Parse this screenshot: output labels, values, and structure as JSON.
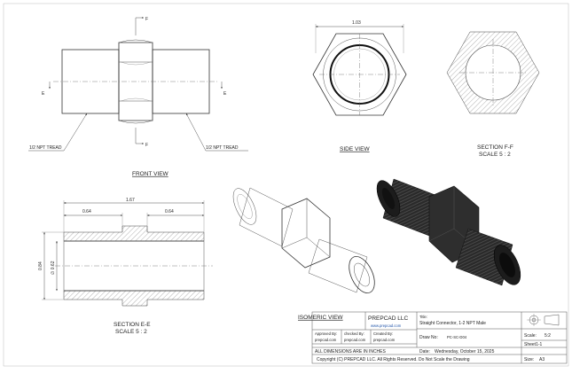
{
  "front_view": {
    "title": "FRONT VIEW",
    "section_mark_top": "F",
    "section_mark_bottom": "F",
    "section_mark_left": "E",
    "section_mark_right": "E",
    "thread_callout_left": "1/2 NPT TREAD",
    "thread_callout_right": "1/2 NPT TREAD"
  },
  "side_view": {
    "title": "SIDE VIEW",
    "width_dim": "1.03"
  },
  "section_ff": {
    "title_line1": "SECTION F-F",
    "title_line2": "SCALE 5 : 2"
  },
  "section_ee": {
    "title_line1": "SECTION E-E",
    "title_line2": "SCALE 5 : 2",
    "overall_length": "1.67",
    "left_thread_length": "0.64",
    "right_thread_length": "0.64",
    "outer_dim": "0.84",
    "inner_dim": "∅ 0.62"
  },
  "isometric_view": {
    "title": "ISOMERIC VIEW"
  },
  "title_block": {
    "company": "PREPCAD LLC",
    "website": "www.prepcad.com",
    "title_label": "Title:",
    "title_value": "Straight Connector, 1-2 NPT Male",
    "approved_by_label": "Approved By:",
    "approved_by_value": "prepcad.com",
    "checked_by_label": "checked By:",
    "checked_by_value": "prepcad.com",
    "created_by_label": "Created By:",
    "created_by_value": "prepcad.com",
    "draw_no_label": "Draw No:",
    "draw_no_value": "PC-SC-D04",
    "units_note": "ALL DIMENSIONS ARE IN INCHES",
    "date_label": "Date:",
    "date_value": "Wednesday, October 15, 2025",
    "copyright": "Copyright (C)  PREPCAD LLC. All Rights Reserved. Do Not Scale the Drawing",
    "scale_label": "Scale:",
    "scale_value": "5:2",
    "sheet": "Sheet1-1",
    "size_label": "Size:",
    "size_value": "A3"
  }
}
